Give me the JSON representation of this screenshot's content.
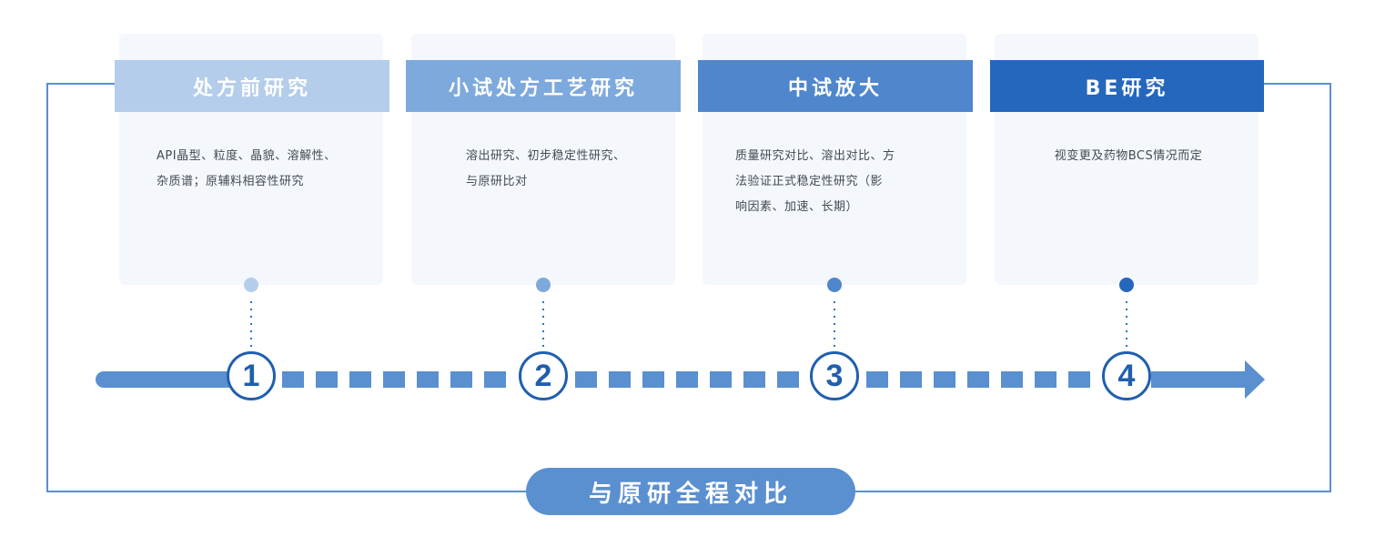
{
  "colors": {
    "stage1": "#b4cdea",
    "stage2": "#7ea9dc",
    "stage3": "#4f86cc",
    "stage4": "#2567bd",
    "card_bg": "#f4f7fb",
    "arrow": "#5a8fd0",
    "frame": "#5a8fd0",
    "number": "#1f5fae"
  },
  "stages": [
    {
      "title": "处方前研究",
      "number": "1",
      "lines": [
        "API晶型、粒度、晶貌、溶解性、",
        "杂质谱；原辅料相容性研究"
      ]
    },
    {
      "title": "小试处方工艺研究",
      "number": "2",
      "lines": [
        "溶出研究、初步稳定性研究、",
        "与原研比对"
      ]
    },
    {
      "title": "中试放大",
      "number": "3",
      "lines": [
        "质量研究对比、溶出对比、方",
        "法验证正式稳定性研究（影",
        "响因素、加速、长期）"
      ]
    },
    {
      "title": "BE研究",
      "number": "4",
      "lines": [
        "视变更及药物BCS情况而定"
      ]
    }
  ],
  "bottom_label": "与原研全程对比"
}
